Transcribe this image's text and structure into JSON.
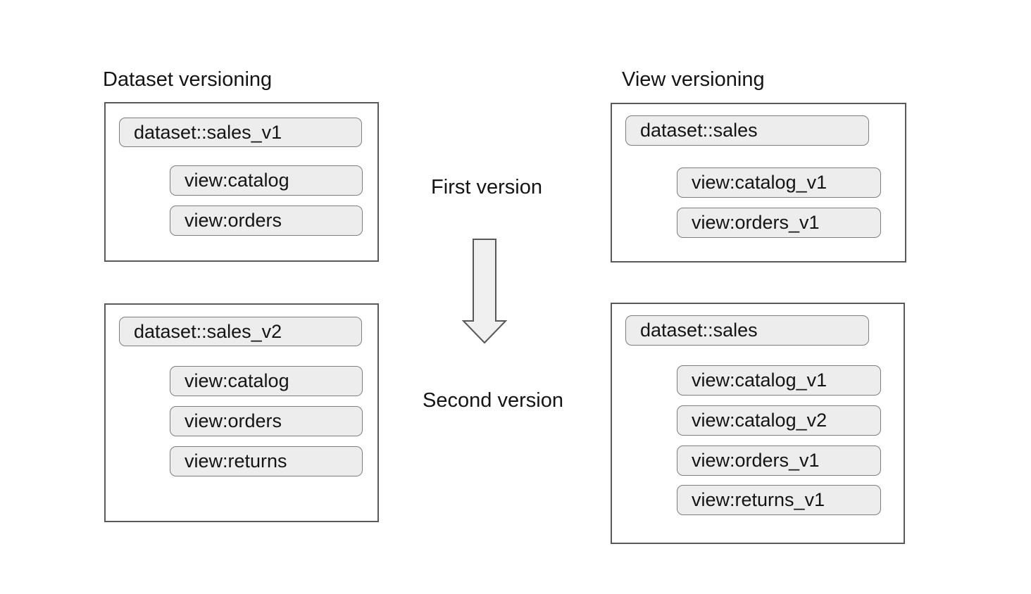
{
  "headings": {
    "left": "Dataset versioning",
    "right": "View versioning"
  },
  "flow": {
    "first_label": "First version",
    "second_label": "Second version",
    "arrow_icon": "down-block-arrow"
  },
  "panels": {
    "dataset_versioning_first": {
      "pills": [
        {
          "label": "dataset::sales_v1"
        },
        {
          "label": "view:catalog"
        },
        {
          "label": "view:orders"
        }
      ]
    },
    "view_versioning_first": {
      "pills": [
        {
          "label": "dataset::sales"
        },
        {
          "label": "view:catalog_v1"
        },
        {
          "label": "view:orders_v1"
        }
      ]
    },
    "dataset_versioning_second": {
      "pills": [
        {
          "label": "dataset::sales_v2"
        },
        {
          "label": "view:catalog"
        },
        {
          "label": "view:orders"
        },
        {
          "label": "view:returns"
        }
      ]
    },
    "view_versioning_second": {
      "pills": [
        {
          "label": "dataset::sales"
        },
        {
          "label": "view:catalog_v1"
        },
        {
          "label": "view:catalog_v2"
        },
        {
          "label": "view:orders_v1"
        },
        {
          "label": "view:returns_v1"
        }
      ]
    }
  },
  "colors": {
    "pill_background": "#ededed",
    "pill_border": "#7d7d7d",
    "panel_border": "#595959",
    "arrow_fill": "#f0f0f0",
    "arrow_border": "#595959",
    "text": "#141414",
    "page_background": "#ffffff"
  }
}
